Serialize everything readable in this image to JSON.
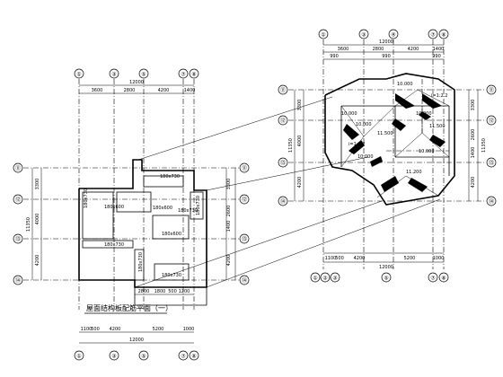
{
  "left_plan": {
    "title": "屋面结构板配筋平面（一）",
    "axes_top": [
      "①",
      "③",
      "⑤",
      "⑦",
      "⑧"
    ],
    "axes_bottom": [
      "①",
      "③",
      "⑤",
      "⑦",
      "⑧"
    ],
    "axes_left": [
      "⑪",
      "⑫",
      "⑬",
      "⑭"
    ],
    "axes_right": [
      "⑪",
      "⑫",
      "⑬",
      "⑭"
    ],
    "top_total": "12000",
    "top_dims": [
      "3600",
      "2800",
      "4200",
      "1400"
    ],
    "bottom_total": "12000",
    "bottom_dims": [
      "1100",
      "500",
      "4200",
      "5200",
      "1000"
    ],
    "bottom_inner_dims": [
      "2800",
      "1800",
      "500",
      "1200"
    ],
    "left_total": "11350",
    "left_dims": [
      "3300",
      "4000",
      "4200"
    ],
    "right_dims": [
      "3300",
      "2600",
      "1400",
      "4200"
    ],
    "openings": [
      "180x730",
      "180x730",
      "180x600",
      "180x600",
      "180x730",
      "180x730",
      "180x600",
      "180x730",
      "180x730",
      "180x730"
    ]
  },
  "right_plan": {
    "axes_top": [
      "①",
      "③",
      "④",
      "⑦",
      "⑧"
    ],
    "axes_bottom": [
      "①",
      "②",
      "③",
      "⑤",
      "⑦",
      "⑧"
    ],
    "axes_left": [
      "⑪",
      "⑫",
      "⑬",
      "⑭"
    ],
    "axes_right": [
      "⑪",
      "⑫",
      "⑬",
      "⑭"
    ],
    "top_total": "12000",
    "top_dims": [
      "3600",
      "2800",
      "4200",
      "1400"
    ],
    "top_inner_dims": [
      "990",
      "990",
      "990"
    ],
    "bottom_total": "12000",
    "bottom_dims": [
      "1100",
      "500",
      "4200",
      "5200",
      "1000"
    ],
    "left_total": "11350",
    "left_dims": [
      "3300",
      "4000",
      "4200"
    ],
    "right_total": "11350",
    "right_dims": [
      "3300",
      "2600",
      "1400",
      "4200"
    ],
    "elevations": [
      "10.000",
      "10.000",
      "10.000",
      "10.000",
      "11.500",
      "11.500",
      "10.000",
      "10.000",
      "11.200"
    ],
    "roof_notes": [
      "i=1:2.2",
      "i=1:2.2"
    ]
  }
}
